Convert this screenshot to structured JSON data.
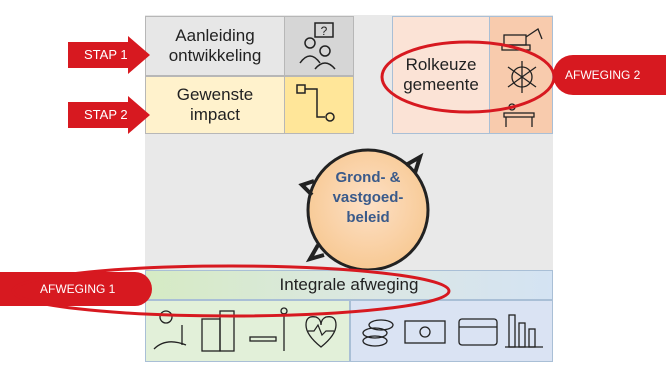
{
  "steps": [
    {
      "label": "STAP 1",
      "box_text_line1": "Aanleiding",
      "box_text_line2": "ontwikkeling",
      "icon": "person-question-icon"
    },
    {
      "label": "STAP 2",
      "box_text_line1": "Gewenste",
      "box_text_line2": "impact",
      "icon": "path-flow-icon"
    }
  ],
  "rolkeuze": {
    "line1": "Rolkeuze",
    "line2": "gemeente",
    "icons": [
      "excavator-icon",
      "hands-cooperation-icon",
      "desk-office-icon"
    ]
  },
  "afwegingen": {
    "right": "AFWEGING 2",
    "left": "AFWEGING 1"
  },
  "center": {
    "line1": "Grond- &",
    "line2": "vastgoed-",
    "line3": "beleid"
  },
  "integrale": "Integrale afweging",
  "bottom_icons_left": [
    "park-landscape-icon",
    "buildings-icon",
    "bench-lamp-icon",
    "heart-pulse-icon"
  ],
  "bottom_icons_right": [
    "coins-icon",
    "banknote-icon",
    "card-icon",
    "bar-chart-icon"
  ],
  "colors": {
    "red": "#d71920",
    "step1_box": "#e7e7e7",
    "step2_box": "#fff2cc",
    "rolkeuze_box": "#fbe3d6",
    "green_box": "#e2f0d9",
    "blue_box": "#dae3f3"
  }
}
